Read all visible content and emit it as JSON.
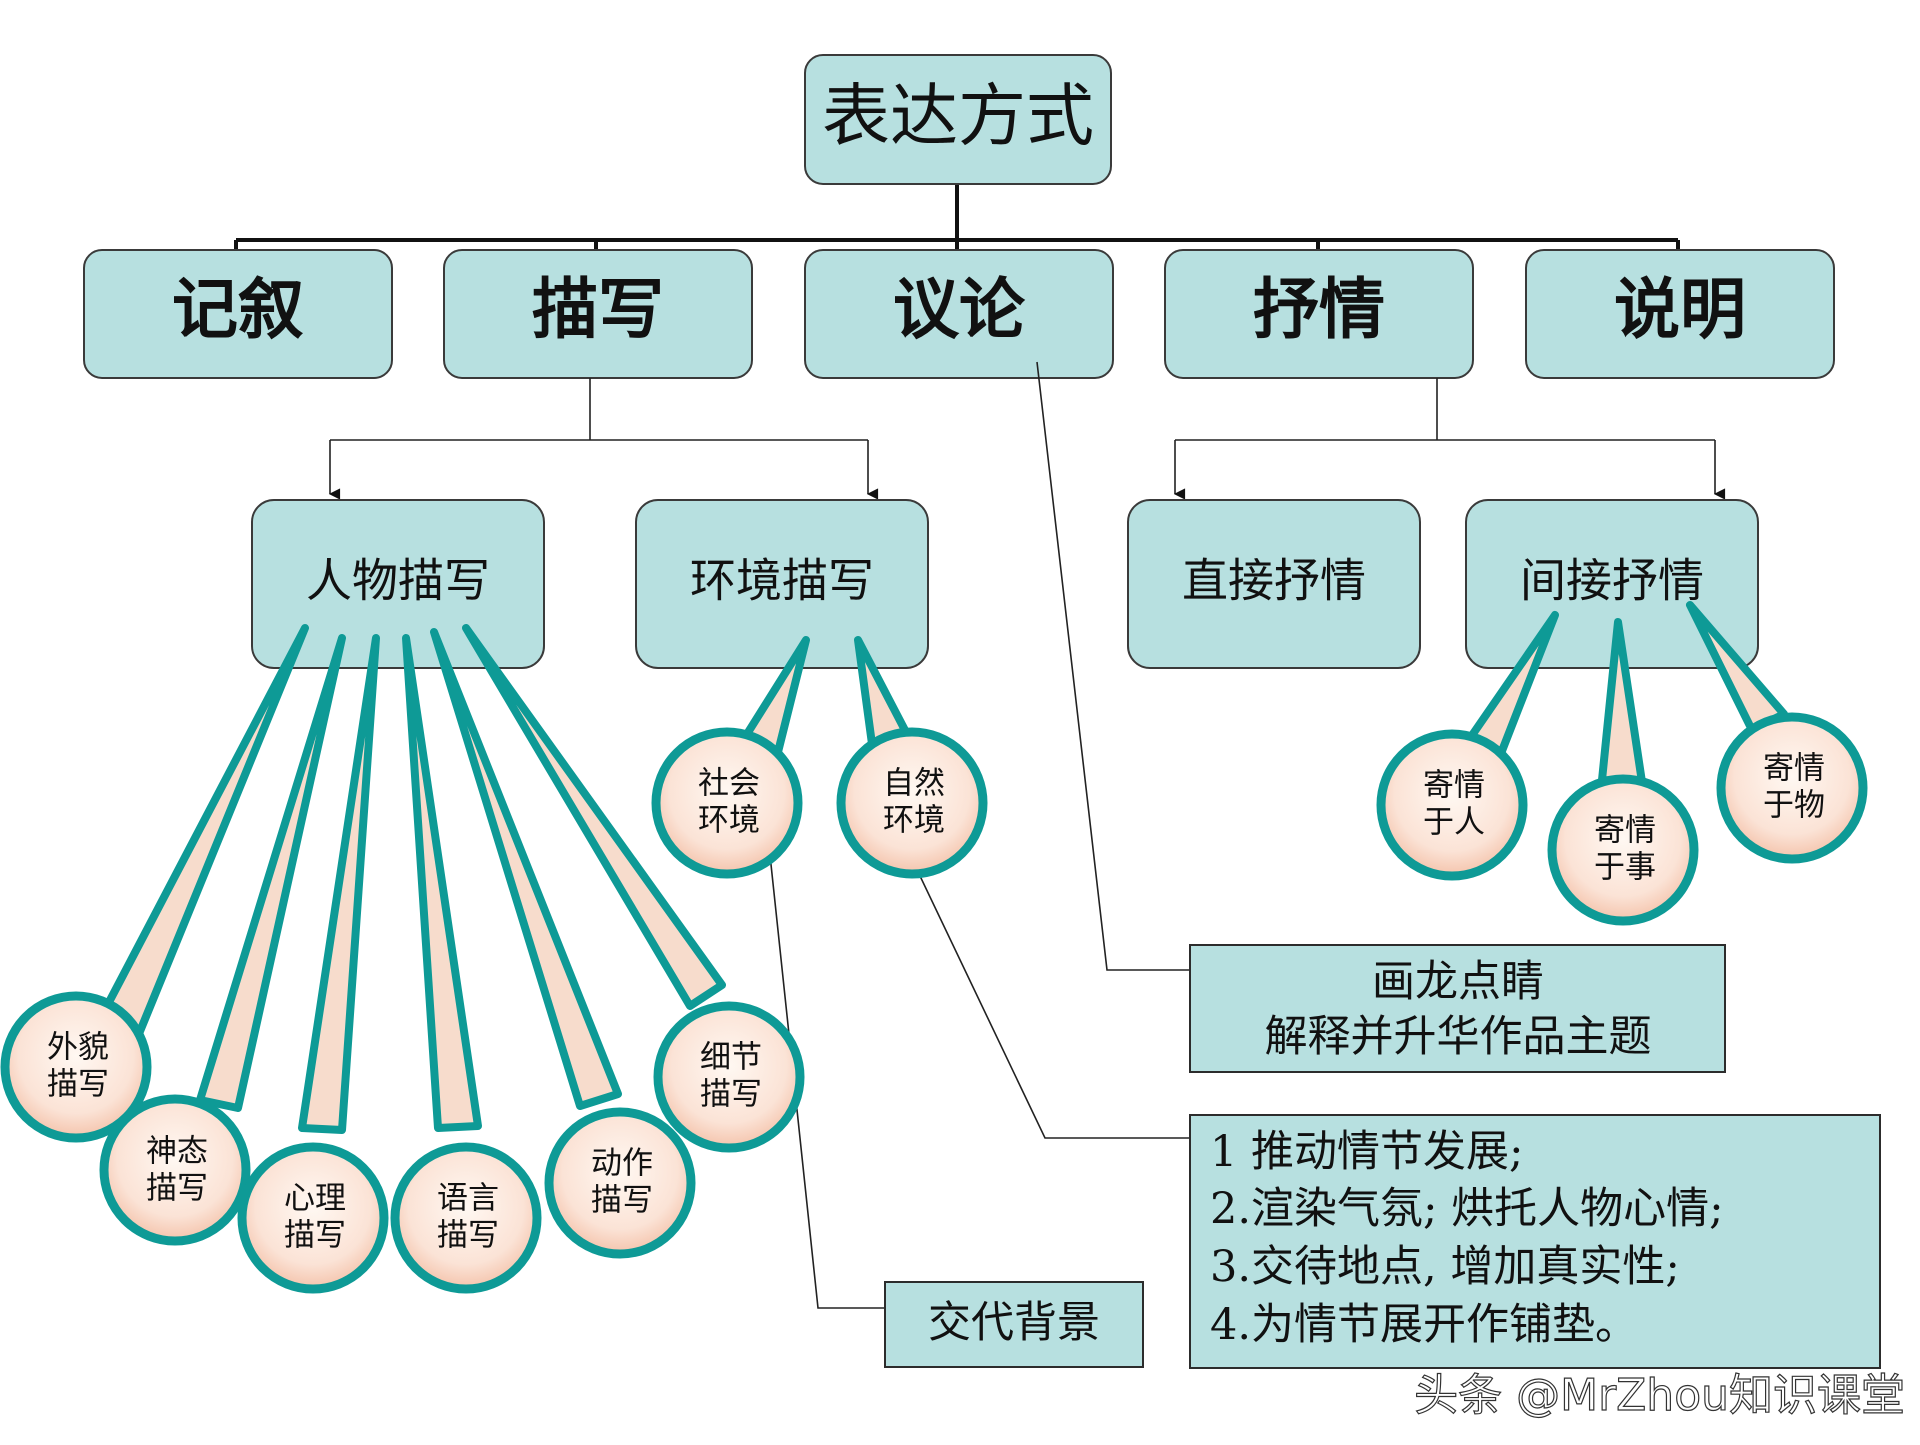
{
  "root": "表达方式",
  "modes": [
    {
      "label": "记叙"
    },
    {
      "label": "描写"
    },
    {
      "label": "议论"
    },
    {
      "label": "抒情"
    },
    {
      "label": "说明"
    }
  ],
  "description": {
    "character": {
      "label": "人物描写",
      "types": [
        {
          "line1": "外貌",
          "line2": "描写"
        },
        {
          "line1": "神态",
          "line2": "描写"
        },
        {
          "line1": "心理",
          "line2": "描写"
        },
        {
          "line1": "语言",
          "line2": "描写"
        },
        {
          "line1": "动作",
          "line2": "描写"
        },
        {
          "line1": "细节",
          "line2": "描写"
        }
      ]
    },
    "environment": {
      "label": "环境描写",
      "types": [
        {
          "line1": "社会",
          "line2": "环境"
        },
        {
          "line1": "自然",
          "line2": "环境"
        }
      ]
    }
  },
  "lyric": {
    "direct": {
      "label": "直接抒情"
    },
    "indirect": {
      "label": "间接抒情",
      "types": [
        {
          "line1": "寄情",
          "line2": "于人"
        },
        {
          "line1": "寄情",
          "line2": "于事"
        },
        {
          "line1": "寄情",
          "line2": "于物"
        }
      ]
    }
  },
  "notes": {
    "argument": [
      "画龙点睛",
      "解释并升华作品主题"
    ],
    "nature": [
      "1  推动情节发展;",
      "2.渲染气氛; 烘托人物心情;",
      "3.交待地点, 增加真实性;",
      "4.为情节展开作铺垫。"
    ],
    "society": "交代背景"
  },
  "watermark": "头条 @MrZhou知识课堂",
  "colors": {
    "box_fill": "#b7e0e0",
    "circle_ring": "#0e9a96",
    "circle_center": "#fff6ee",
    "circle_edge": "#f6c9b3",
    "wedge_fill": "#f7dccc"
  }
}
